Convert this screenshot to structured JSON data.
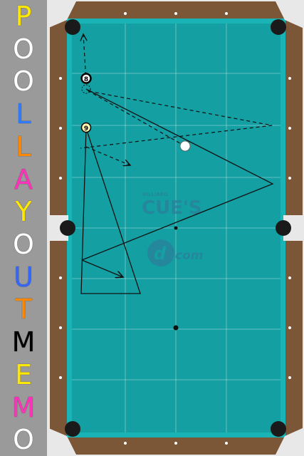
{
  "app": {
    "title_letters": [
      {
        "char": "P",
        "color": "#ffe800"
      },
      {
        "char": "O",
        "color": "#ffffff"
      },
      {
        "char": "O",
        "color": "#ffffff"
      },
      {
        "char": "L",
        "color": "#2f7bff"
      },
      {
        "char": "L",
        "color": "#ff8800"
      },
      {
        "char": "A",
        "color": "#ff33bb"
      },
      {
        "char": "Y",
        "color": "#ffe800"
      },
      {
        "char": "O",
        "color": "#ffffff"
      },
      {
        "char": "U",
        "color": "#3366ff"
      },
      {
        "char": "T",
        "color": "#ff8800"
      },
      {
        "char": "M",
        "color": "#000000"
      },
      {
        "char": "E",
        "color": "#ffe800"
      },
      {
        "char": "M",
        "color": "#ff33bb"
      },
      {
        "char": "O",
        "color": "#ffffff"
      }
    ]
  },
  "table": {
    "felt_color": "#149fa2",
    "rail_color": "#7b5637",
    "cushion_color": "#1ab3b6",
    "watermark": {
      "small": "BILLIARD",
      "main": "CUE'S",
      "sub": "com"
    },
    "balls": [
      {
        "id": "ball-8",
        "label": "8",
        "fill": "#ffffff",
        "stroke": "#000000"
      },
      {
        "id": "ball-9",
        "label": "9",
        "fill": "#fff6b0",
        "stroke": "#000000"
      },
      {
        "id": "cue-ball",
        "label": "",
        "fill": "#ffffff",
        "stroke": "#000000"
      }
    ]
  }
}
